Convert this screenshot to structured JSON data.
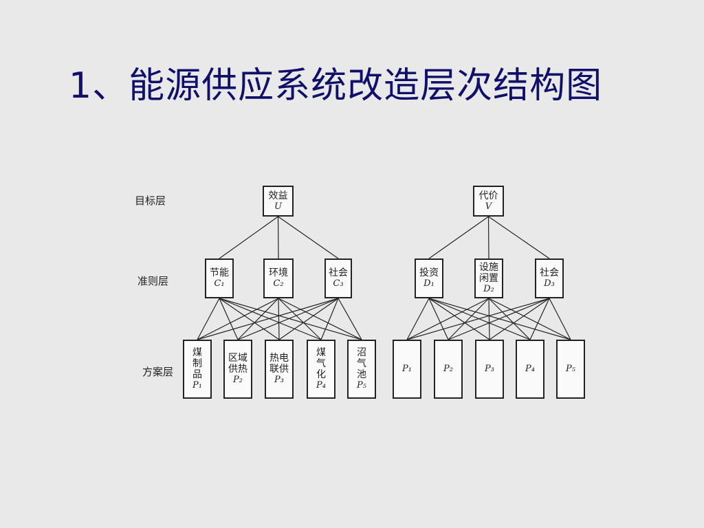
{
  "title": "1、能源供应系统改造层次结构图",
  "level_labels": {
    "goal": "目标层",
    "criteria": "准则层",
    "alternatives": "方案层"
  },
  "left_tree": {
    "goal": {
      "text": "效益",
      "sym": "U"
    },
    "criteria": [
      {
        "text": "节能",
        "sym": "C₁"
      },
      {
        "text": "环境",
        "sym": "C₂"
      },
      {
        "text": "社会",
        "sym": "C₃"
      }
    ],
    "alternatives": [
      {
        "text": "煤\n制\n品",
        "sym": "P₁"
      },
      {
        "text": "区域\n供热",
        "sym": "P₂"
      },
      {
        "text": "热电\n联供",
        "sym": "P₃"
      },
      {
        "text": "煤\n气\n化",
        "sym": "P₄"
      },
      {
        "text": "沼\n气\n池",
        "sym": "P₅"
      }
    ]
  },
  "right_tree": {
    "goal": {
      "text": "代价",
      "sym": "V"
    },
    "criteria": [
      {
        "text": "投资",
        "sym": "D₁"
      },
      {
        "text": "设施\n闲置",
        "sym": "D₂"
      },
      {
        "text": "社会",
        "sym": "D₃"
      }
    ],
    "alternatives": [
      {
        "text": "",
        "sym": "P₁"
      },
      {
        "text": "",
        "sym": "P₂"
      },
      {
        "text": "",
        "sym": "P₃"
      },
      {
        "text": "",
        "sym": "P₄"
      },
      {
        "text": "",
        "sym": "P₅"
      }
    ]
  }
}
